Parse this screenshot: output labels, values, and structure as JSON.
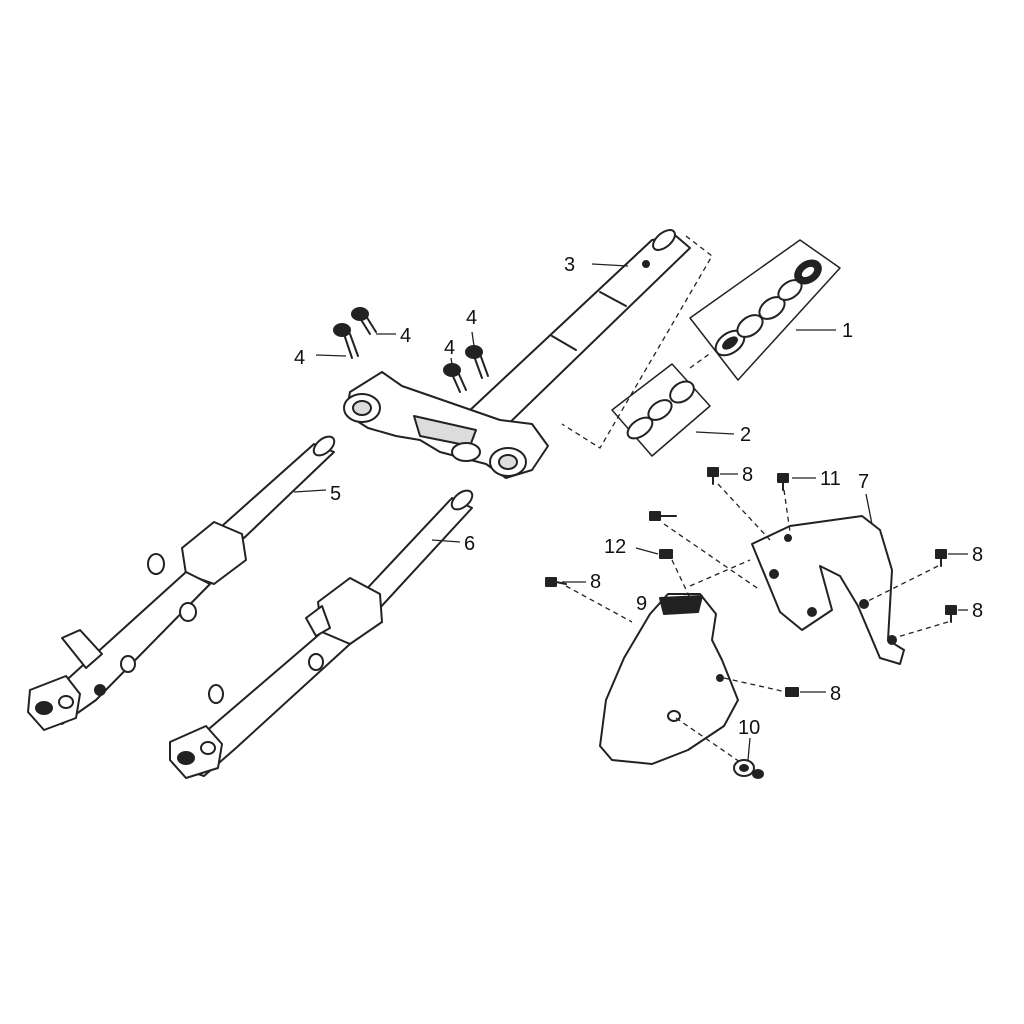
{
  "callouts": [
    {
      "id": "c1",
      "label": "1"
    },
    {
      "id": "c2",
      "label": "2"
    },
    {
      "id": "c3",
      "label": "3"
    },
    {
      "id": "c4a",
      "label": "4"
    },
    {
      "id": "c4b",
      "label": "4"
    },
    {
      "id": "c4c",
      "label": "4"
    },
    {
      "id": "c4d",
      "label": "4"
    },
    {
      "id": "c5",
      "label": "5"
    },
    {
      "id": "c6",
      "label": "6"
    },
    {
      "id": "c7",
      "label": "7"
    },
    {
      "id": "c8a",
      "label": "8"
    },
    {
      "id": "c8b",
      "label": "8"
    },
    {
      "id": "c8c",
      "label": "8"
    },
    {
      "id": "c8d",
      "label": "8"
    },
    {
      "id": "c8e",
      "label": "8"
    },
    {
      "id": "c9",
      "label": "9"
    },
    {
      "id": "c10",
      "label": "10"
    },
    {
      "id": "c11",
      "label": "11"
    },
    {
      "id": "c12",
      "label": "12"
    }
  ]
}
